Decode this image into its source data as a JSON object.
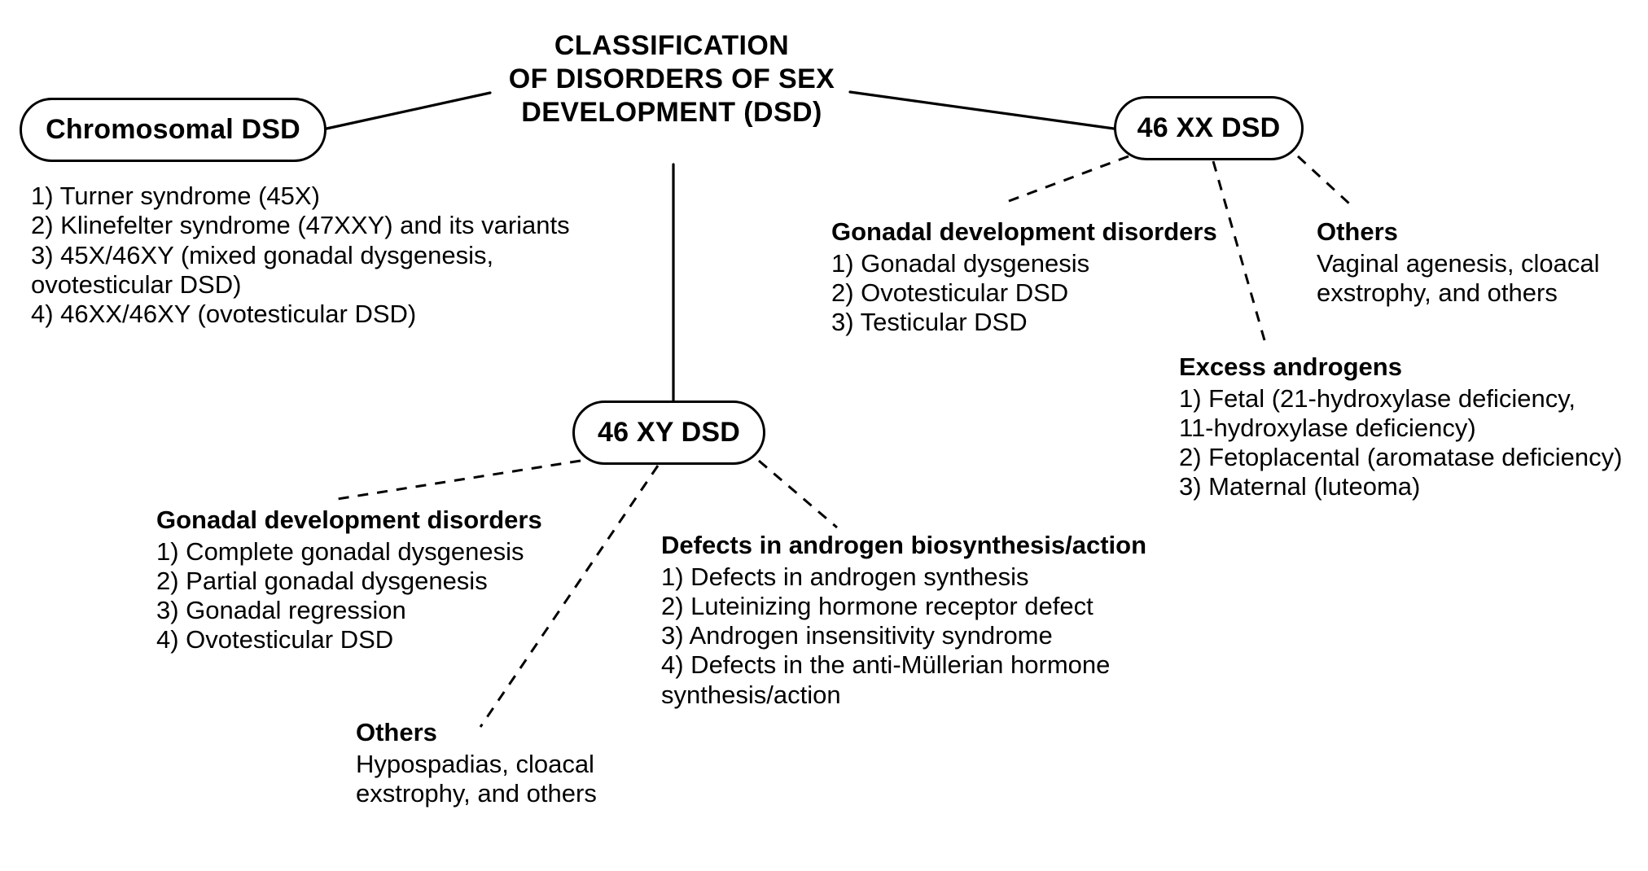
{
  "diagram": {
    "title": "CLASSIFICATION\nOF DISORDERS OF SEX\nDEVELOPMENT (DSD)",
    "stroke_color": "#000000",
    "background_color": "#ffffff"
  },
  "nodes": {
    "chromosomal": {
      "label": "Chromosomal DSD"
    },
    "xx": {
      "label": "46 XX DSD"
    },
    "xy": {
      "label": "46 XY DSD"
    }
  },
  "branches": {
    "chromosomal_list": {
      "items": [
        "1) Turner syndrome (45X)",
        "2) Klinefelter syndrome (47XXY) and its variants",
        "3) 45X/46XY (mixed gonadal dysgenesis,\novotesticular DSD)",
        "4) 46XX/46XY (ovotesticular DSD)"
      ]
    },
    "xx_gonadal": {
      "header": "Gonadal development disorders",
      "items": [
        "1) Gonadal dysgenesis",
        "2) Ovotesticular DSD",
        "3) Testicular DSD"
      ]
    },
    "xx_others": {
      "header": "Others",
      "body": "Vaginal agenesis, cloacal\nexstrophy, and others"
    },
    "xx_androgens": {
      "header": "Excess androgens",
      "items": [
        "1) Fetal (21-hydroxylase deficiency,\n11-hydroxylase deficiency)",
        "2) Fetoplacental (aromatase deficiency)",
        "3) Maternal (luteoma)"
      ]
    },
    "xy_gonadal": {
      "header": "Gonadal development disorders",
      "items": [
        "1) Complete gonadal dysgenesis",
        "2) Partial gonadal dysgenesis",
        "3) Gonadal regression",
        "4) Ovotesticular DSD"
      ]
    },
    "xy_defects": {
      "header": "Defects in androgen biosynthesis/action",
      "items": [
        "1) Defects in androgen synthesis",
        "2) Luteinizing hormone receptor defect",
        "3) Androgen insensitivity syndrome",
        "4) Defects in the anti-Müllerian hormone\nsynthesis/action"
      ]
    },
    "xy_others": {
      "header": "Others",
      "body": "Hypospadias, cloacal\nexstrophy, and others"
    }
  }
}
